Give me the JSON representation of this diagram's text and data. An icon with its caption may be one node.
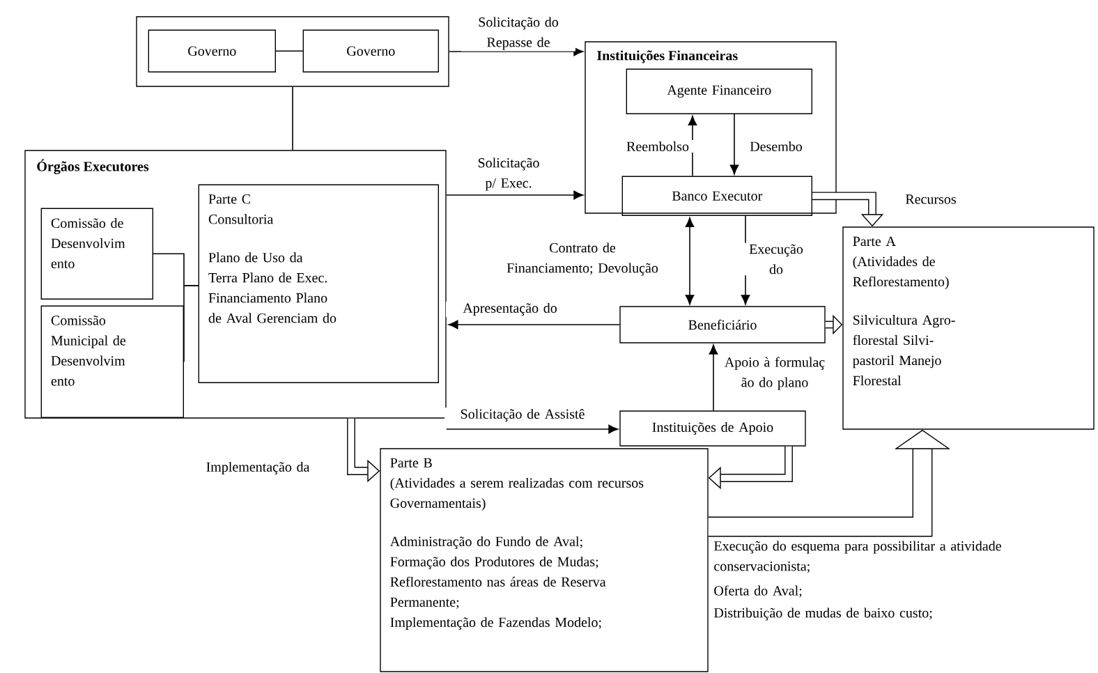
{
  "diagram": {
    "nodes": [
      {
        "text": [],
        "shape": "box"
      },
      {
        "text": [
          "Governo"
        ],
        "in": 0
      },
      {
        "text": [
          "Governo"
        ],
        "in": 0
      },
      {
        "text": [
          "Instituições Financeiras"
        ]
      },
      {
        "text": [
          "Agente Financeiro"
        ],
        "in": 3
      },
      {
        "text": [
          "Banco Executor"
        ],
        "in": 3
      },
      {
        "text": [
          "Órgãos Executores"
        ]
      },
      {
        "text": [
          "Comissão de Desenvolvim ento"
        ],
        "in": 6
      },
      {
        "text": [
          "Comissão Municipal de Desenvolvim ento"
        ],
        "in": 6
      },
      {
        "text": [
          "Parte C",
          "Consultoria",
          "Plano de Uso da Terra Plano de Exec. Financiamento Plano de Aval Gerenciam do"
        ],
        "in": 6
      },
      {
        "text": [
          "Beneficiário"
        ]
      },
      {
        "text": [
          "Instituições de Apoio"
        ]
      },
      {
        "text": [
          "Parte A",
          "(Atividades de Reflorestamento)",
          "Silvicultura Agro-florestal Silvi-pastoril Manejo Florestal"
        ]
      },
      {
        "text": [
          "Parte B",
          "(Atividades a serem realizadas com recursos Governamentais)",
          "Administração do Fundo de Aval;",
          "Formação dos Produtores de Mudas;",
          "Reflorestamento nas áreas de Reserva Permanente;",
          "Implementação de Fazendas Modelo;"
        ]
      }
    ],
    "edges": [
      {
        "from": 1,
        "to": 2,
        "arrow": "none"
      },
      {
        "from": 0,
        "to": 3,
        "arrow": "to",
        "label": "Solicitação do Repasse de"
      },
      {
        "from": 0,
        "to": 6,
        "arrow": "none"
      },
      {
        "from": 6,
        "to": 3,
        "arrow": "to",
        "label": "Solicitação p/ Exec."
      },
      {
        "from": 5,
        "to": 4,
        "arrow": "to",
        "label": "Reembolso"
      },
      {
        "from": 4,
        "to": 5,
        "arrow": "to",
        "label": "Desembo"
      },
      {
        "from": 10,
        "to": 5,
        "arrow": "both",
        "label": "Contrato de Financiamento; Devolução"
      },
      {
        "from": 5,
        "to": 10,
        "arrow": "to",
        "label": "Execução do"
      },
      {
        "from": 10,
        "to": 6,
        "arrow": "to",
        "label": "Apresentação do"
      },
      {
        "from": 6,
        "to": 11,
        "arrow": "to",
        "label": "Solicitação de Assistê"
      },
      {
        "from": 11,
        "to": 10,
        "arrow": "to",
        "label": "Apoio à formulaç ão do plano"
      },
      {
        "from": 7,
        "to": 9,
        "arrow": "none"
      },
      {
        "from": 8,
        "to": 9,
        "arrow": "none"
      },
      {
        "from": 6,
        "to": 13,
        "arrow": "to",
        "style": "thick",
        "label": "Implementação da"
      },
      {
        "from": 5,
        "to": 12,
        "arrow": "to",
        "style": "thick",
        "label": "Recursos"
      },
      {
        "from": 10,
        "to": 12,
        "arrow": "to",
        "style": "thick"
      },
      {
        "from": 11,
        "to": 13,
        "arrow": "to",
        "style": "thick"
      },
      {
        "from": 13,
        "to": 12,
        "arrow": "to",
        "style": "thick"
      }
    ],
    "labels": [
      "Execução do esquema para possibilitar a atividade conservacionista;",
      "Oferta do Aval;",
      "Distribuição de mudas de baixo custo;"
    ]
  }
}
